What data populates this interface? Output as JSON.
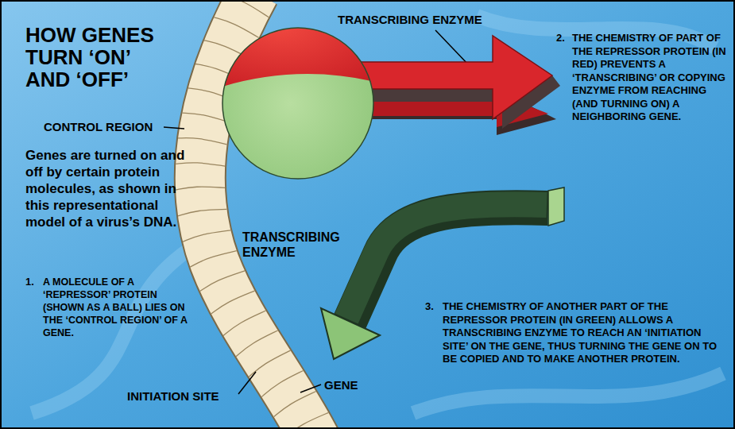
{
  "diagram": {
    "title": "HOW GENES TURN ‘ON’ AND ‘OFF’",
    "labels": [
      "CONTROL REGION",
      "Genes are turned on and off by certain protein molecules, as shown in this representational model of a virus’s DNA.",
      "1.",
      "A MOLECULE OF A ‘REPRESSOR’ PROTEIN (SHOWN AS A BALL) LIES ON THE ‘CONTROL REGION’ OF A GENE.",
      "TRANSCRIBING ENZYME",
      "2.",
      "THE CHEMISTRY OF PART OF THE REPRESSOR PROTEIN (IN RED) PREVENTS A ‘TRANSCRIBING’ OR COPYING ENZYME FROM REACHING (AND TURNING ON) A NEIGHBORING GENE.",
      "TRANSCRIBING ENZYME",
      "3.",
      "THE CHEMISTRY OF ANOTHER PART OF THE REPRESSOR PROTEIN (IN GREEN) ALLOWS A TRANSCRIBING ENZYME TO REACH AN ‘INITIATION SITE’ ON THE GENE, THUS TURNING THE GENE ON TO BE COPIED AND TO MAKE ANOTHER PROTEIN.",
      "INITIATION SITE",
      "GENE"
    ]
  }
}
